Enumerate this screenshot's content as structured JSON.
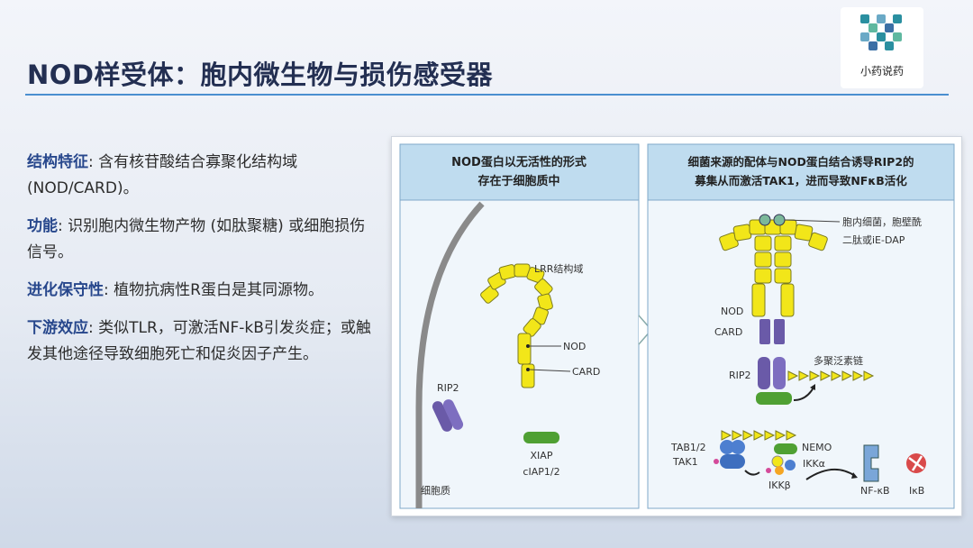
{
  "title": "NOD样受体：胞内微生物与损伤感受器",
  "logo_text": "小药说药",
  "bullets": [
    {
      "label": "结构特征",
      "text": ": 含有核苷酸结合寡聚化结构域(NOD/CARD)。"
    },
    {
      "label": "功能",
      "text": ": 识别胞内微生物产物 (如肽聚糖) 或细胞损伤信号。"
    },
    {
      "label": "进化保守性",
      "text": ": 植物抗病性R蛋白是其同源物。"
    },
    {
      "label": "下游效应",
      "text": ": 类似TLR，可激活NF-kB引发炎症；或触发其他途径导致细胞死亡和促炎因子产生。"
    }
  ],
  "figure": {
    "left_header_1": "NOD蛋白以无活性的形式",
    "left_header_2": "存在于细胞质中",
    "right_header_1": "细菌来源的配体与NOD蛋白结合诱导RIP2的",
    "right_header_2": "募集从而激活TAK1，进而导致NFκB活化",
    "lrr": "LRR结构域",
    "nod_left": "NOD",
    "card_left": "CARD",
    "rip2_left": "RIP2",
    "xiap": "XIAP",
    "ciap": "cIAP1/2",
    "cytoplasm": "细胞质",
    "ligand_1": "胞内细菌，胞壁酰",
    "ligand_2": "二肽或iE-DAP",
    "nod_right": "NOD",
    "card_right": "CARD",
    "rip2_right": "RIP2",
    "ubiquitin": "多聚泛素链",
    "tab12": "TAB1/2",
    "tak1": "TAK1",
    "nemo": "NEMO",
    "ikka": "IKKα",
    "ikkb": "IKKβ",
    "nfkb": "NF-κB",
    "ikb": "IκB"
  },
  "colors": {
    "title": "#232f52",
    "accent_line": "#4a8fd0",
    "bullet_key": "#27478c",
    "header_bg": "#bfdcef",
    "panel_bg": "#f0f6fb",
    "lrr_yellow": "#f2e619",
    "card_purple": "#6a5aa8",
    "xiap_green": "#4fa033",
    "tab_blue": "#4d7fd0"
  }
}
